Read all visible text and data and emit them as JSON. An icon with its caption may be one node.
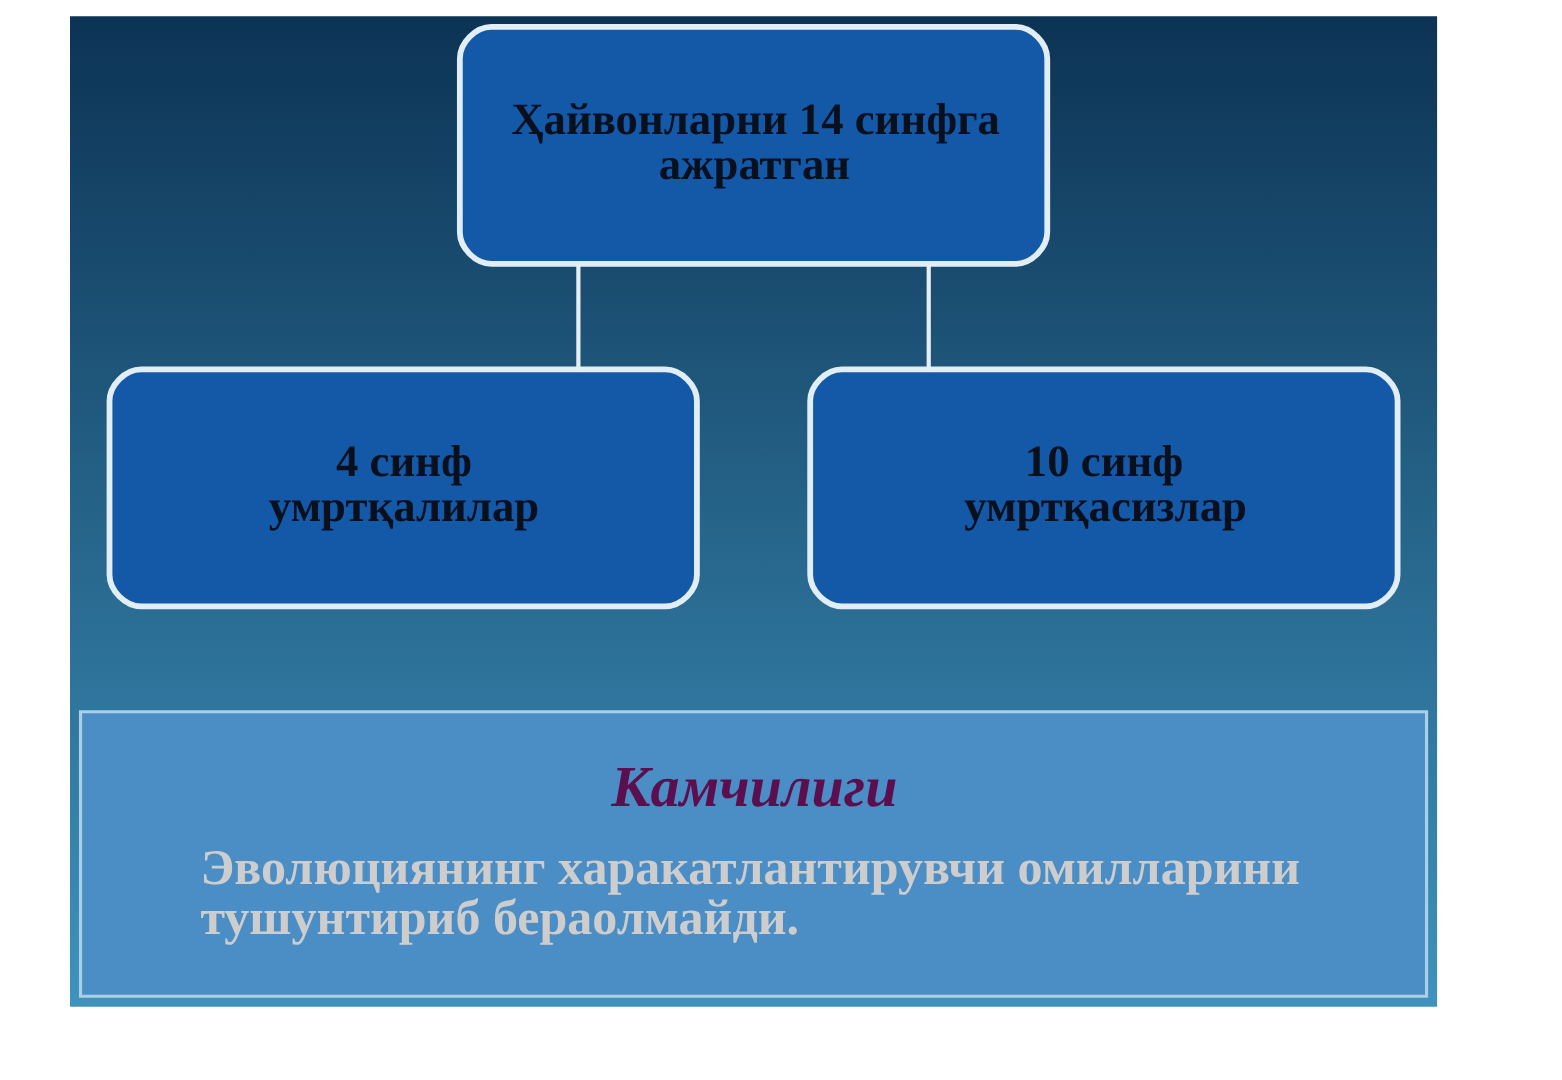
{
  "diagram": {
    "nodes": [
      {
        "text": [
          "Ҳайвонларни 14 синфга ажратган"
        ]
      },
      {
        "text": [
          "4 синф умртқалилар"
        ]
      },
      {
        "text": [
          "10 синф умртқасизлар"
        ]
      },
      {
        "text": [
          "Камчилиги",
          "Эволюциянинг харакатлантирувчи омилларини тушунтириб бераолмайди."
        ]
      }
    ],
    "edges": [
      {
        "from": 0,
        "to": 1,
        "arrow": "none"
      },
      {
        "from": 0,
        "to": 2,
        "arrow": "none"
      }
    ]
  }
}
